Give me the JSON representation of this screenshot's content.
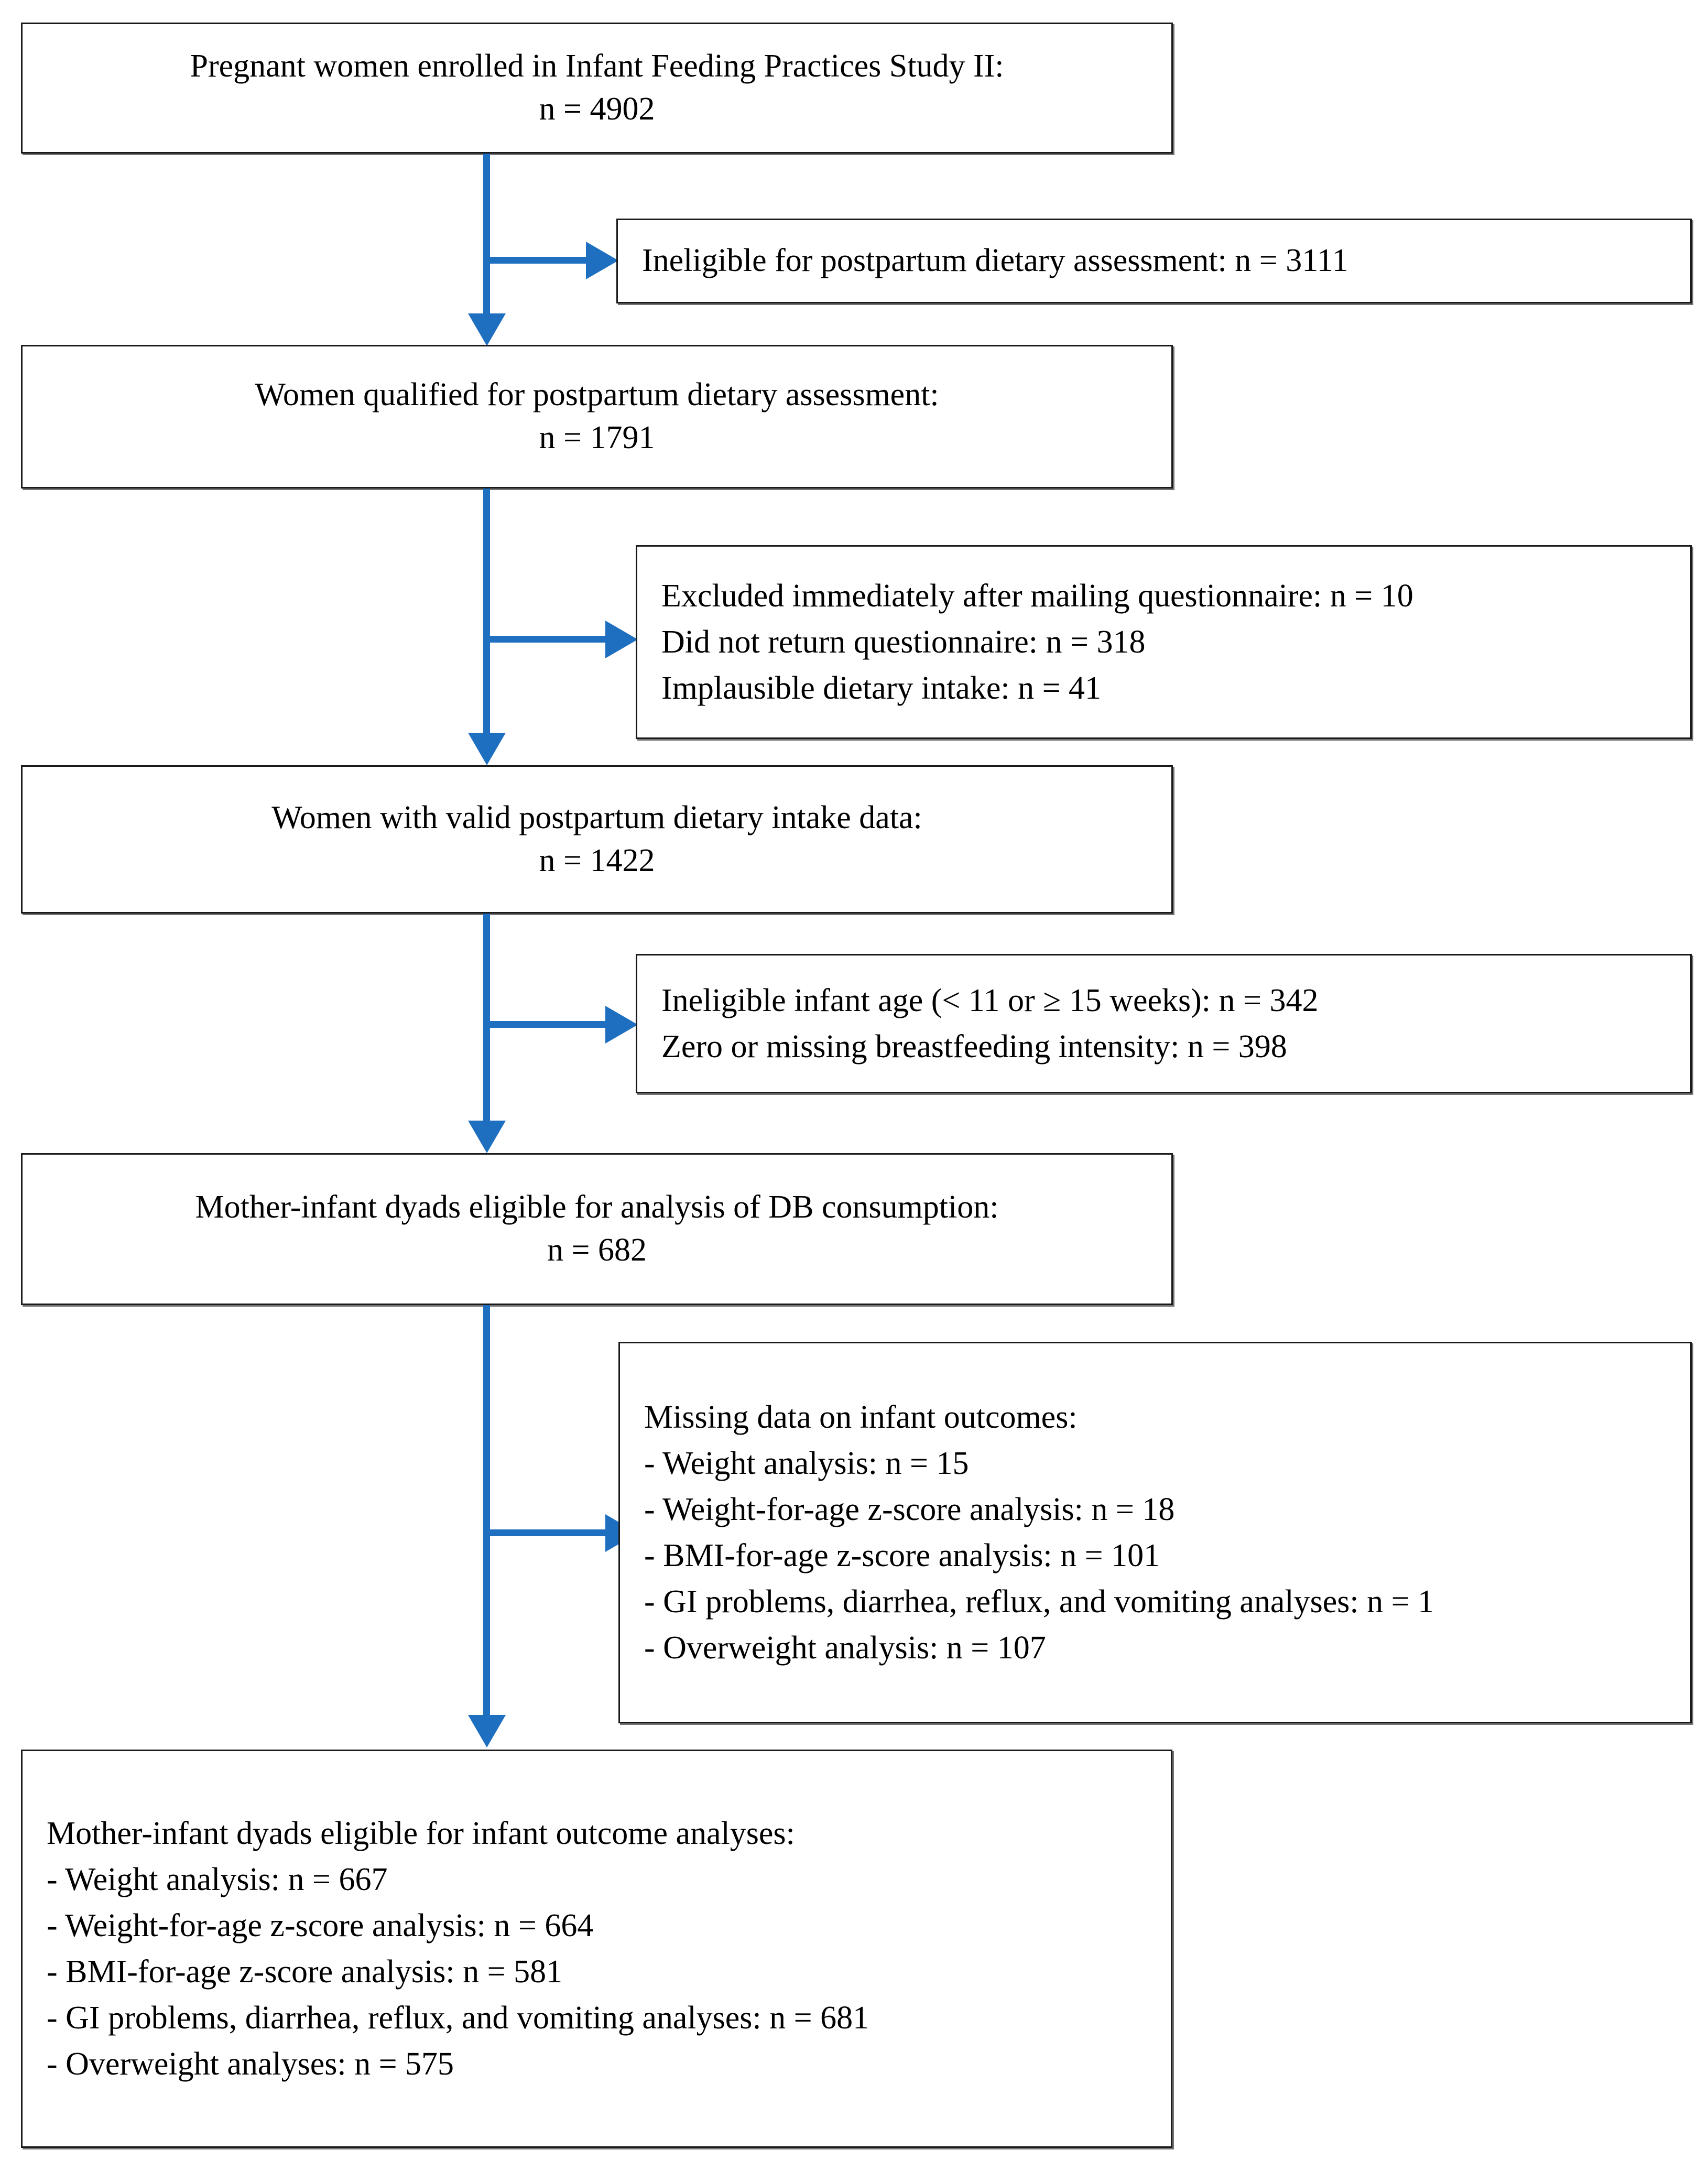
{
  "diagram": {
    "type": "flowchart",
    "title": "Participant flow diagram",
    "accent_color": "#1F6FC0",
    "box_border_color": "#1A1A1A",
    "background_color": "#FFFFFF"
  },
  "nodes": {
    "enrolled": {
      "line1": "Pregnant women enrolled in Infant Feeding Practices Study II:",
      "line2": "n = 4902"
    },
    "exclude_1": {
      "line1": "Ineligible for postpartum dietary assessment: n = 3111"
    },
    "qualified": {
      "line1": "Women qualified for postpartum dietary assessment:",
      "line2": "n = 1791"
    },
    "exclude_2": {
      "line1": "Excluded immediately after mailing questionnaire: n = 10",
      "line2": "Did not return questionnaire: n = 318",
      "line3": "Implausible dietary intake: n = 41"
    },
    "valid_intake": {
      "line1": "Women with valid postpartum dietary intake data:",
      "line2": "n = 1422"
    },
    "exclude_3": {
      "line1": "Ineligible infant age (< 11 or ≥ 15 weeks): n = 342",
      "line2": "Zero or missing breastfeeding intensity: n = 398"
    },
    "eligible_db": {
      "line1": "Mother-infant dyads eligible for analysis of DB consumption:",
      "line2": "n = 682"
    },
    "exclude_4": {
      "line1": "Missing data on infant outcomes:",
      "line2": "- Weight analysis: n = 15",
      "line3": "- Weight-for-age z-score analysis: n = 18",
      "line4": "- BMI-for-age z-score analysis: n = 101",
      "line5": "- GI problems, diarrhea, reflux, and vomiting analyses: n = 1",
      "line6": "- Overweight analysis: n = 107"
    },
    "final": {
      "line1": "Mother-infant dyads eligible for infant outcome analyses:",
      "line2": "- Weight analysis: n = 667",
      "line3": "- Weight-for-age z-score analysis: n = 664",
      "line4": "- BMI-for-age z-score analysis: n = 581",
      "line5": "- GI problems, diarrhea, reflux, and vomiting analyses: n = 681",
      "line6": "- Overweight analyses: n = 575"
    }
  }
}
